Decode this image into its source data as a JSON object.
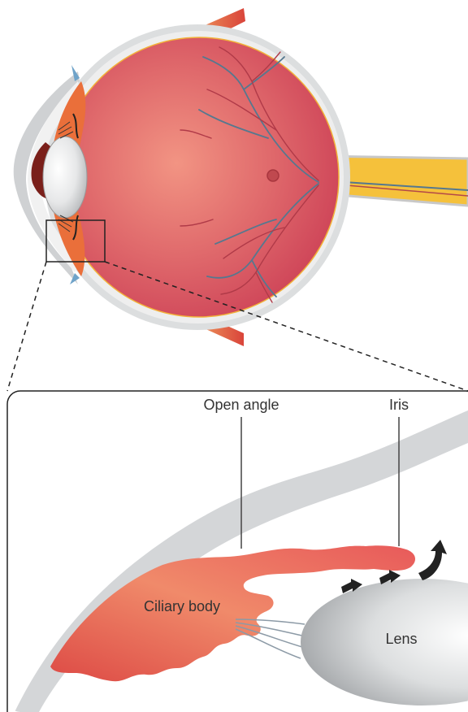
{
  "labels": {
    "open_angle": "Open angle",
    "iris": "Iris",
    "ciliary_body": "Ciliary body",
    "lens": "Lens"
  },
  "colors": {
    "eyeball": "#d9505e",
    "eyeball_center": "#ef8a7c",
    "sclera": "#d7d9da",
    "optic_nerve": "#f5c13b",
    "vessel": "#55788f",
    "muscle": "#e2622f",
    "tissue": "#e9695f",
    "lens": "#bfc1c3",
    "arrow": "#222222"
  }
}
